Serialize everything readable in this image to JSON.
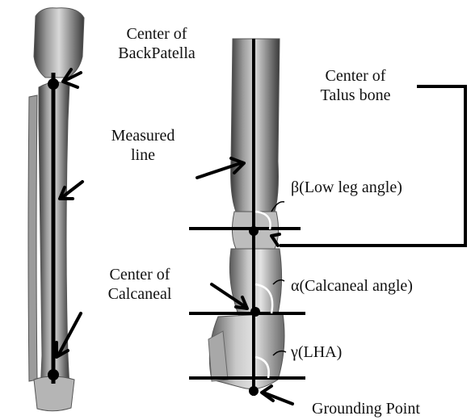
{
  "labels": {
    "center_backpatella": [
      "Center of",
      "BackPatella"
    ],
    "measured_line": [
      "Measured",
      "line"
    ],
    "center_talus": [
      "Center of",
      "Talus bone"
    ],
    "low_leg_angle": "β(Low leg angle)",
    "center_calcaneal": [
      "Center of",
      "Calcaneal"
    ],
    "calcaneal_angle": "α(Calcaneal angle)",
    "lha": "γ(LHA)",
    "grounding_point": "Grounding Point"
  },
  "colors": {
    "line": "#000000",
    "bone_light": "#cfcfcf",
    "bone_mid": "#8c8c8c",
    "bone_dark": "#3c3c3c"
  }
}
